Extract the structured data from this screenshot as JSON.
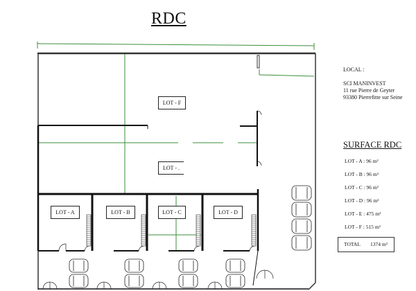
{
  "title": "RDC",
  "plan": {
    "lots": {
      "f": "LOT - F",
      "e": "LOT - .",
      "a": "LOT - A",
      "b": "LOT - B",
      "c": "LOT - C",
      "d": "LOT - D"
    },
    "colors": {
      "wall": "#222222",
      "dimension": "#3a8f3a"
    }
  },
  "info": {
    "local_label": "LOCAL :",
    "owner_name": "SCI MANINVEST",
    "address_line1": "11 rue Pierre de Geyter",
    "address_line2": "93380 Pierrefitte sur Seine"
  },
  "surface": {
    "title": "SURFACE RDC",
    "items": [
      {
        "label": "LOT - A :",
        "value": "96 m²"
      },
      {
        "label": "LOT - B :",
        "value": "96 m²"
      },
      {
        "label": "LOT - C :",
        "value": "96 m²"
      },
      {
        "label": "LOT - D :",
        "value": "96 m²"
      },
      {
        "label": "LOT - E :",
        "value": "475 m²"
      },
      {
        "label": "LOT - F :",
        "value": "515 m²"
      }
    ],
    "total_label": "TOTAL",
    "total_value": "1374 m²"
  }
}
